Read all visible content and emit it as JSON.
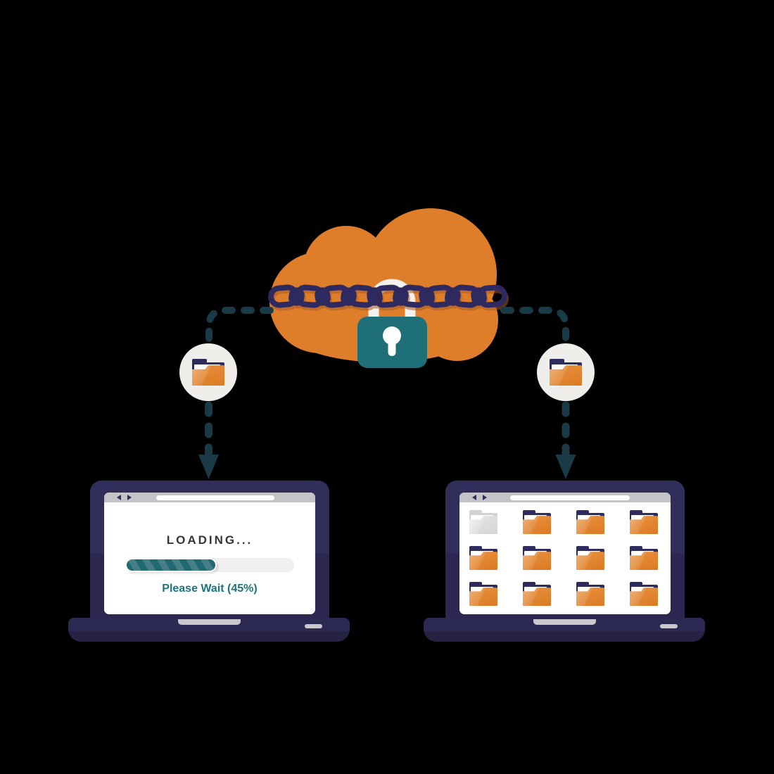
{
  "palette": {
    "orange": "#DE7E2B",
    "navy": "#2E2C5F",
    "teal": "#1E6F78",
    "teal-text": "#20747C",
    "dash": "#1B3A47",
    "shackle": "#F3F1EE",
    "laptop-hi": "#312E5B",
    "laptop-lo": "#2B2750",
    "base-hi": "#2C2A53",
    "base-lo": "#252243",
    "toolbar": "#C4C3C7",
    "track": "#EFEFEF",
    "stripe-a": "#1F6A72",
    "stripe-b": "#477F86",
    "text-dark": "#35333F",
    "circle-bg": "#EFEEEB",
    "folder-gray-b": "#D2D1D5",
    "paper": "#FFFFFF"
  },
  "cloud": {
    "icon": "cloud-icon",
    "lock_icon": "padlock-icon",
    "chain_icon": "chain-icon"
  },
  "nodes": [
    {
      "side": "left",
      "icon": "folder-icon",
      "variant": "orange"
    },
    {
      "side": "right",
      "icon": "folder-icon",
      "variant": "orange"
    }
  ],
  "left_laptop": {
    "browser": {
      "back_icon": "back-arrow-icon",
      "forward_icon": "forward-arrow-icon",
      "address_bar": ""
    },
    "loading_title": "LOADING...",
    "wait_text": "Please Wait (45%)",
    "progress": {
      "percent_label": 45,
      "fill_percent": 54
    }
  },
  "right_laptop": {
    "browser": {
      "back_icon": "back-arrow-icon",
      "forward_icon": "forward-arrow-icon",
      "address_bar": ""
    },
    "folders": [
      {
        "variant": "gray"
      },
      {
        "variant": "orange"
      },
      {
        "variant": "orange"
      },
      {
        "variant": "orange"
      },
      {
        "variant": "orange"
      },
      {
        "variant": "orange"
      },
      {
        "variant": "orange"
      },
      {
        "variant": "orange"
      },
      {
        "variant": "orange"
      },
      {
        "variant": "orange"
      },
      {
        "variant": "orange"
      },
      {
        "variant": "orange"
      }
    ]
  }
}
